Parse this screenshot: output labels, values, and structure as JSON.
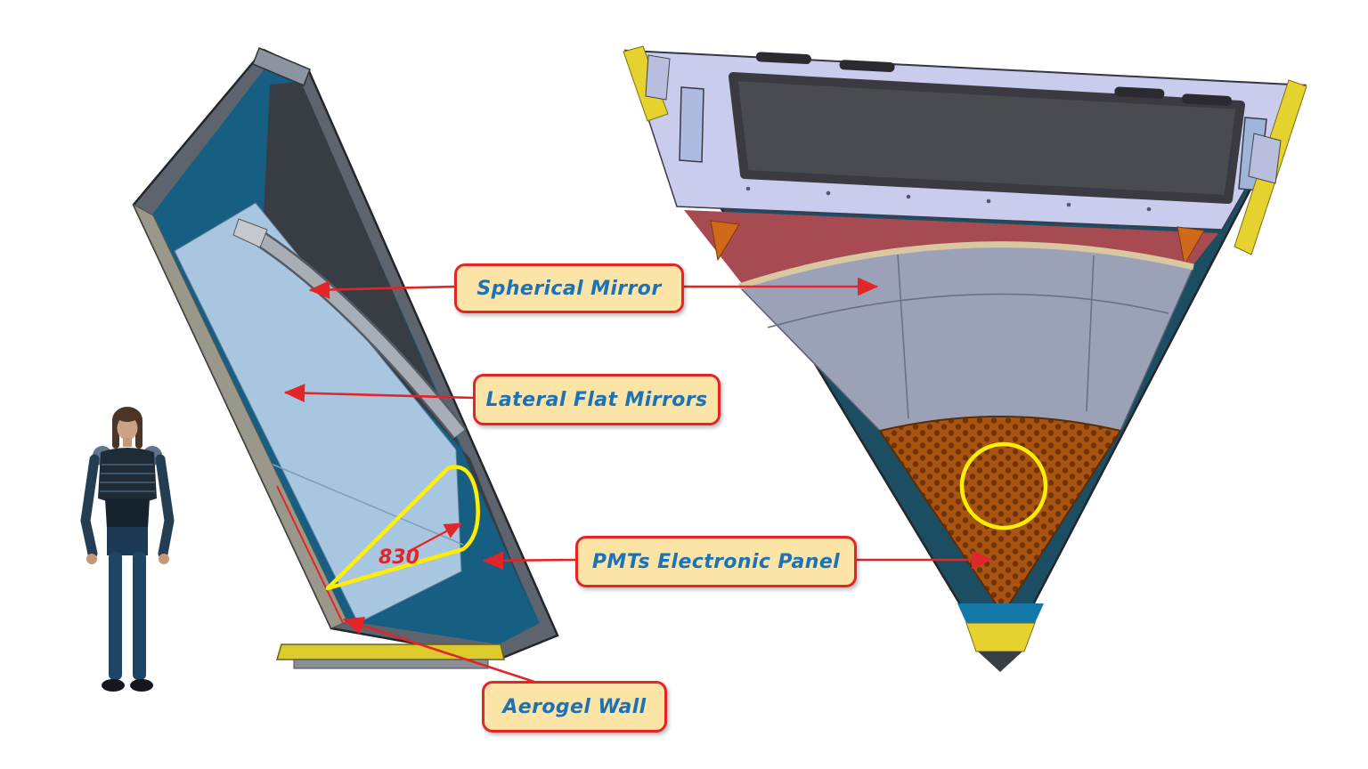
{
  "labels": {
    "spherical_mirror": "Spherical Mirror",
    "lateral_flat_mirrors": "Lateral Flat Mirrors",
    "pmts_panel": "PMTs Electronic Panel",
    "aerogel_wall": "Aerogel Wall"
  },
  "dimension": {
    "value": "830"
  },
  "colors": {
    "label_fill": "#FCE3A6",
    "label_border": "#E42527",
    "label_text": "#1B72B8",
    "arrow_red": "#E42527",
    "highlight_yellow": "#FFEE00",
    "detector_wall_blue": "#1C4E63",
    "mirror_gray": "#9BA2B8",
    "pmt_panel_orange": "#AA5412",
    "frame_lavender": "#C9CCEC",
    "base_yellow": "#DCCB2A",
    "crimson_inner": "#A84A52",
    "light_mirror_panel": "#A9C6E0"
  }
}
